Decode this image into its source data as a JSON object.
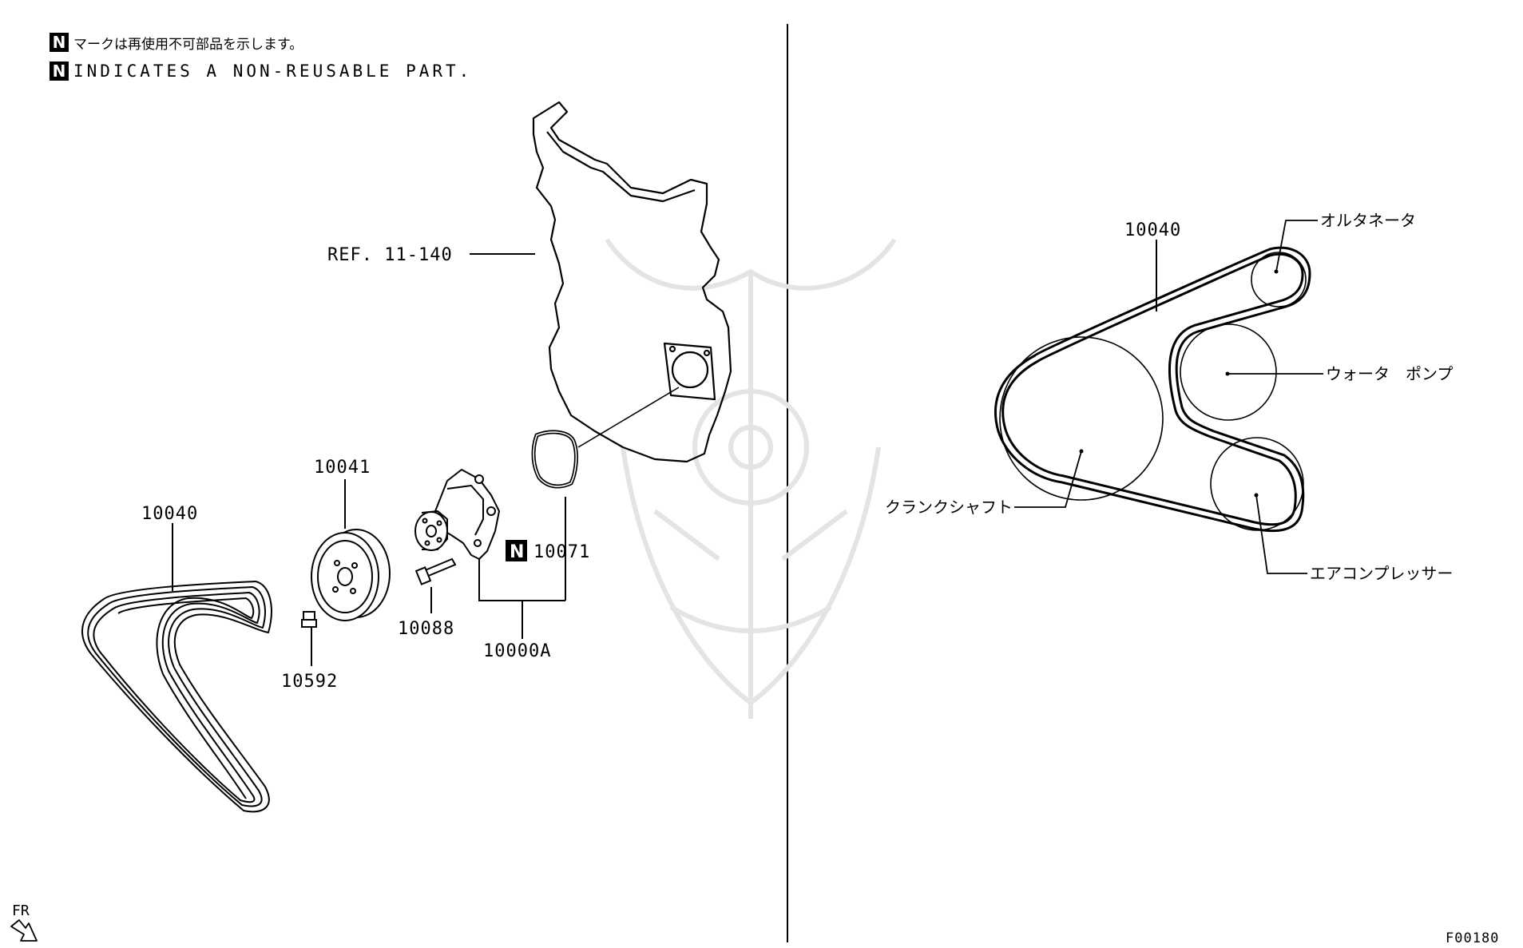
{
  "legend": {
    "mark": "N",
    "japanese": "マークは再使用不可部品を示します。",
    "english": "INDICATES A NON-REUSABLE PART."
  },
  "parts": {
    "ref": "REF. 11-140",
    "belt": "10040",
    "pulley": "10041",
    "gasket": "10071",
    "gasket_mark": "N",
    "bolt": "10088",
    "pump_assy": "10000A",
    "stud": "10592"
  },
  "layout_diagram": {
    "belt": "10040",
    "alternator": "オルタネータ",
    "water_pump": "ウォータ　ポンプ",
    "crankshaft": "クランクシャフト",
    "ac_compressor": "エアコンプレッサー"
  },
  "direction": "FR",
  "figure_code": "F00180"
}
